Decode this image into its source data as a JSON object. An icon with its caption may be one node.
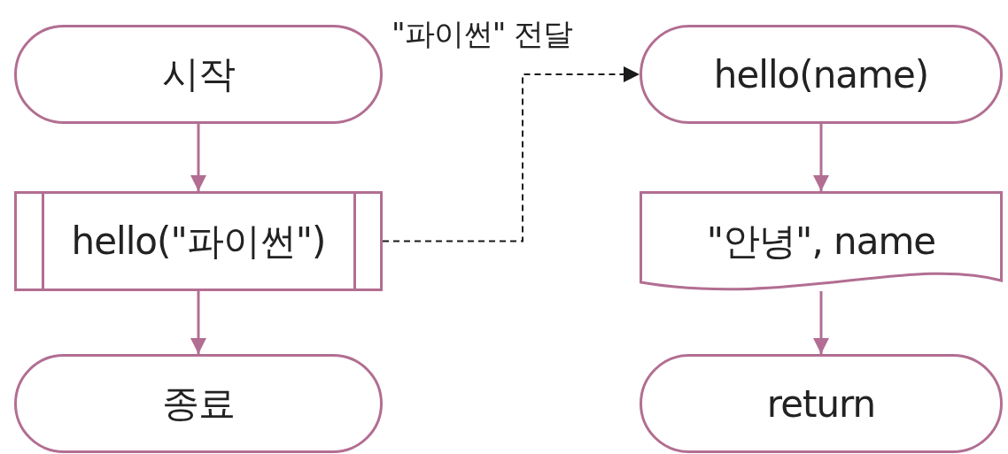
{
  "diagram": {
    "nodes": [
      {
        "text": [
          "시작"
        ]
      },
      {
        "text": [
          "hello(\"파이썬\")"
        ]
      },
      {
        "text": [
          "종료"
        ]
      },
      {
        "text": [
          "hello(name)"
        ]
      },
      {
        "text": [
          "\"안녕\", name"
        ]
      },
      {
        "text": [
          "return"
        ]
      }
    ],
    "edges": [
      {
        "from": 0,
        "to": 1,
        "arrow": "to"
      },
      {
        "from": 1,
        "to": 2,
        "arrow": "to"
      },
      {
        "from": 1,
        "to": 3,
        "arrow": "to",
        "label": "\"파이썬\" 전달",
        "style": "dashed",
        "color": "#1a1a1a"
      },
      {
        "from": 3,
        "to": 4,
        "arrow": "to"
      },
      {
        "from": 4,
        "to": 5,
        "arrow": "to"
      }
    ]
  }
}
